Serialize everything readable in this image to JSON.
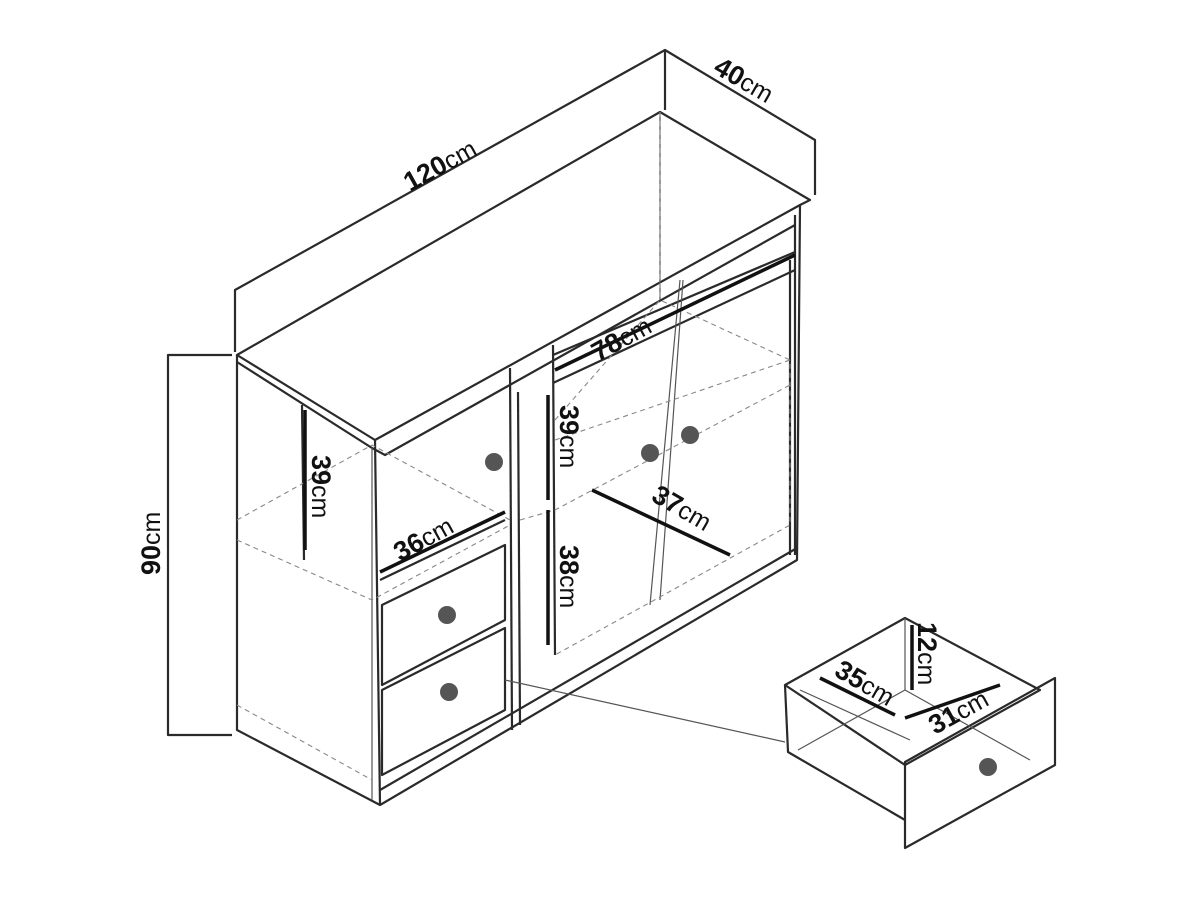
{
  "dimensions": {
    "width": {
      "value": "120",
      "unit": "cm"
    },
    "depth": {
      "value": "40",
      "unit": "cm"
    },
    "height": {
      "value": "90",
      "unit": "cm"
    },
    "door_compartment_width": {
      "value": "78",
      "unit": "cm"
    },
    "left_shelf_height": {
      "value": "39",
      "unit": "cm"
    },
    "right_upper_height": {
      "value": "39",
      "unit": "cm"
    },
    "left_shelf_width": {
      "value": "36",
      "unit": "cm"
    },
    "right_shelf_depth": {
      "value": "37",
      "unit": "cm"
    },
    "right_lower_height": {
      "value": "38",
      "unit": "cm"
    },
    "drawer_width": {
      "value": "35",
      "unit": "cm"
    },
    "drawer_height": {
      "value": "12",
      "unit": "cm"
    },
    "drawer_depth": {
      "value": "31",
      "unit": "cm"
    }
  }
}
